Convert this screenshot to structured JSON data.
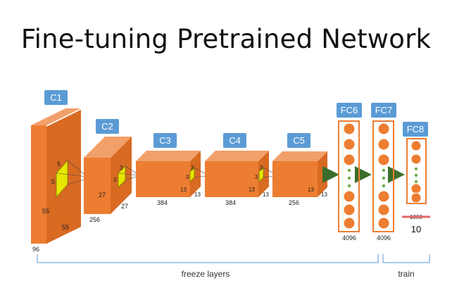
{
  "title": "Fine-tuning Pretrained Network",
  "colors": {
    "block_front": "#ED7D31",
    "block_top": "#F4A470",
    "block_side": "#C55A11",
    "label_bg": "#5B9BD5",
    "kernel": "#E6E600",
    "neuron_dot": "#70AD47",
    "arrow": "#3B6E2A",
    "brace": "#5B9BD5",
    "strike": "#E06666"
  },
  "layers": [
    {
      "label": "C1",
      "dims": {
        "depth": "96",
        "height": "55",
        "width": "55"
      },
      "kernel": "5"
    },
    {
      "label": "C2",
      "dims": {
        "depth": "256",
        "height": "27",
        "width": "27"
      },
      "kernel": "3"
    },
    {
      "label": "C3",
      "dims": {
        "depth": "384",
        "height": "13",
        "width": "13"
      },
      "kernel": "3"
    },
    {
      "label": "C4",
      "dims": {
        "depth": "384",
        "height": "13",
        "width": "13"
      },
      "kernel": "3"
    },
    {
      "label": "C5",
      "dims": {
        "depth": "256",
        "height": "13",
        "width": "13"
      }
    }
  ],
  "fc_layers": [
    {
      "label": "FC6",
      "size": "4096"
    },
    {
      "label": "FC7",
      "size": "4096"
    },
    {
      "label": "FC8",
      "size": "1000",
      "new_size": "10"
    }
  ],
  "groups": {
    "freeze": "freeze layers",
    "train": "train"
  }
}
